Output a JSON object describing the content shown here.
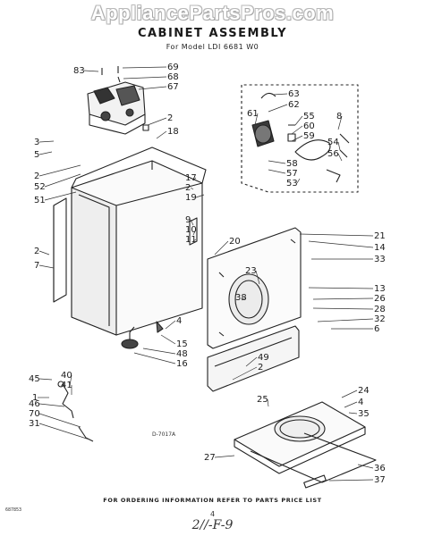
{
  "watermark": "AppliancePartsPros.com",
  "title": "CABINET ASSEMBLY",
  "subtitle": "For Model LDI 6681 W0",
  "diagram_number": "D-7017A",
  "footer_note": "FOR ORDERING INFORMATION REFER TO PARTS PRICE LIST",
  "page_mark": "4",
  "handwritten": "2//-F-9",
  "print_code": "687853",
  "callouts": [
    "83",
    "69",
    "68",
    "67",
    "2",
    "18",
    "3",
    "5",
    "2",
    "52",
    "51",
    "17",
    "2",
    "19",
    "9",
    "10",
    "11",
    "20",
    "21",
    "14",
    "33",
    "2",
    "7",
    "23",
    "38",
    "13",
    "26",
    "28",
    "32",
    "6",
    "4",
    "15",
    "48",
    "16",
    "49",
    "2",
    "45",
    "40",
    "41",
    "1",
    "46",
    "70",
    "31",
    "25",
    "24",
    "4",
    "35",
    "27",
    "36",
    "37",
    "63",
    "62",
    "61",
    "55",
    "60",
    "59",
    "8",
    "54",
    "56",
    "58",
    "57",
    "53"
  ]
}
